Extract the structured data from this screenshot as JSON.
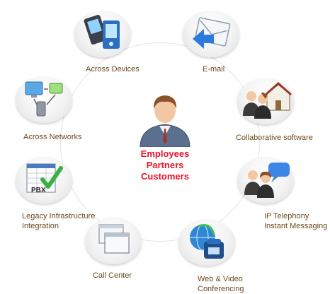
{
  "center": {
    "lines": [
      "Employees",
      "Partners",
      "Customers"
    ],
    "color": "#e8132a"
  },
  "nodes": [
    {
      "label": "Across Devices",
      "icon": "mobile-devices-icon"
    },
    {
      "label": "E-mail",
      "icon": "envelope-icon"
    },
    {
      "label": "Collaborative software",
      "icon": "people-house-icon"
    },
    {
      "label": "IP Telephony",
      "label2": "Instant Messaging",
      "icon": "chat-people-icon"
    },
    {
      "label": "Web & Video",
      "label2": "Conferencing",
      "icon": "globe-phone-icon"
    },
    {
      "label": "Call Center",
      "icon": "windows-icon"
    },
    {
      "label": "Legacy Infrastructure",
      "label2": "Integration",
      "icon": "pbx-spreadsheet-icon"
    },
    {
      "label": "Across Networks",
      "icon": "network-computers-icon"
    }
  ],
  "colors": {
    "label_text": "#6b4a1f",
    "accent": "#e8132a"
  }
}
